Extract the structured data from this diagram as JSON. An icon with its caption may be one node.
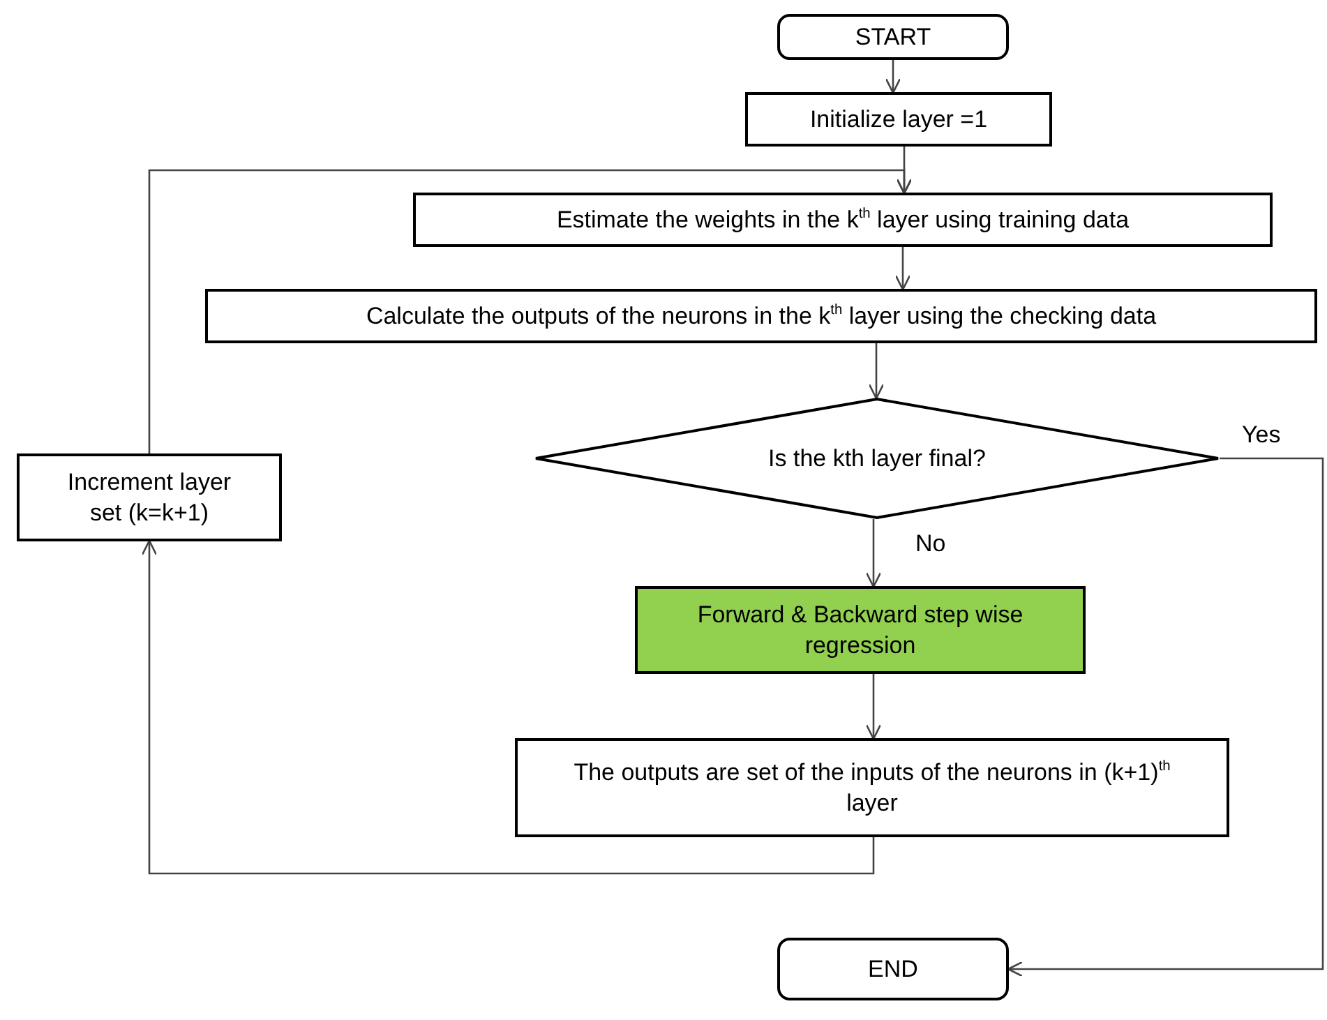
{
  "diagram": {
    "nodes": [
      {
        "text": [
          "START"
        ]
      },
      {
        "text": [
          "Initialize layer =1"
        ]
      },
      {
        "text": [
          "Estimate the weights in  the k$^{th}$ layer using training data"
        ]
      },
      {
        "text": [
          "Calculate the outputs of the neurons in the k$^{th}$ layer using the checking data"
        ]
      },
      {
        "text": [
          "Is the kth layer final?"
        ]
      },
      {
        "text": [
          "Forward  & Backward step wise regression"
        ]
      },
      {
        "text": [
          "The outputs are set of the inputs of the neurons in (k+1)$^{th}$ layer"
        ]
      },
      {
        "text": [
          "Increment layer set (k=k+1)"
        ]
      },
      {
        "text": [
          "END"
        ]
      }
    ],
    "edges": [
      {
        "from": 0,
        "to": 1,
        "arrow": "to"
      },
      {
        "from": 1,
        "to": 2,
        "arrow": "to"
      },
      {
        "from": 2,
        "to": 3,
        "arrow": "to"
      },
      {
        "from": 3,
        "to": 4,
        "arrow": "to"
      },
      {
        "from": 4,
        "to": 5,
        "arrow": "to",
        "label": "No"
      },
      {
        "from": 5,
        "to": 6,
        "arrow": "to"
      },
      {
        "from": 6,
        "to": 7,
        "arrow": "to"
      },
      {
        "from": 7,
        "to": 2,
        "arrow": "to"
      },
      {
        "from": 4,
        "to": 8,
        "arrow": "to",
        "label": "Yes"
      }
    ]
  }
}
